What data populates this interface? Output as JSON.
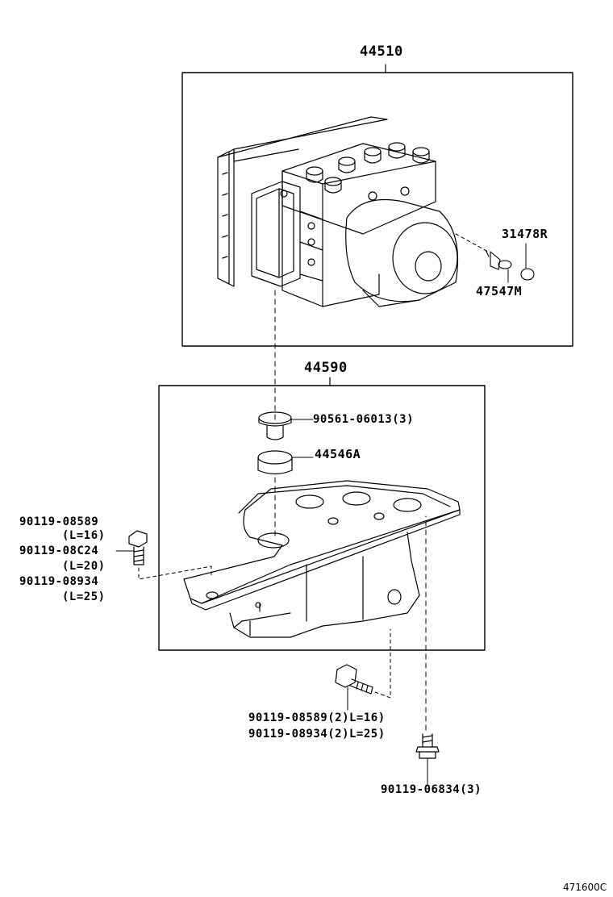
{
  "labels": {
    "part_44510": "44510",
    "part_31478r": "31478R",
    "part_47547m": "47547M",
    "part_44590": "44590",
    "part_90561": "90561-06013(3)",
    "part_44546a": "44546A",
    "bolt_left_1": "90119-08589",
    "bolt_left_1_len": "(L=16)",
    "bolt_left_2": "90119-08C24",
    "bolt_left_2_len": "(L=20)",
    "bolt_left_3": "90119-08934",
    "bolt_left_3_len": "(L=25)",
    "bolt_bottom_1": "90119-08589(2)L=16)",
    "bolt_bottom_2": "90119-08934(2)L=25)",
    "bolt_bottom_3": "90119-06834(3)",
    "diagram_code": "471600C"
  }
}
